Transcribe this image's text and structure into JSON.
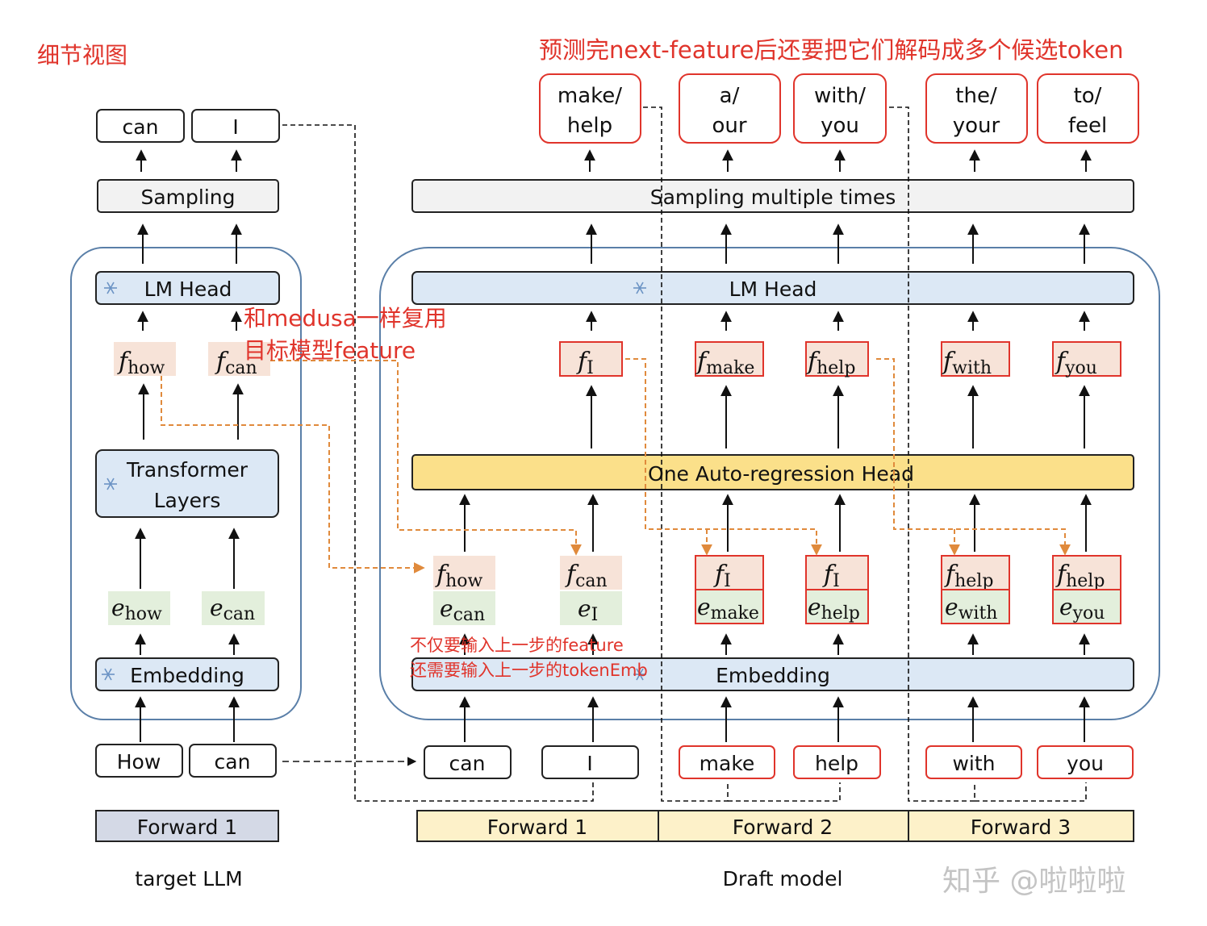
{
  "annotations": {
    "view_title": "细节视图",
    "top_note": "预测完next-feature后还要把它们解码成多个候选token",
    "medusa_note_line1": "和medusa一样复用",
    "medusa_note_line2": "目标模型feature",
    "input_note_line1": "不仅要输入上一步的feature",
    "input_note_line2": "还需要输入上一步的tokenEmb"
  },
  "target_llm": {
    "caption": "target LLM",
    "output_tokens": [
      "can",
      "I"
    ],
    "sampling": "Sampling",
    "lm_head": "LM Head",
    "features": [
      {
        "base": "f",
        "sub": "how"
      },
      {
        "base": "f",
        "sub": "can"
      }
    ],
    "transformer_line1": "Transformer",
    "transformer_line2": "Layers",
    "embeddings": [
      {
        "base": "e",
        "sub": "how"
      },
      {
        "base": "e",
        "sub": "can"
      }
    ],
    "embedding": "Embedding",
    "input_tokens": [
      "How",
      "can"
    ],
    "forward": "Forward 1"
  },
  "draft_model": {
    "caption": "Draft model",
    "candidates": [
      {
        "line1": "make/",
        "line2": "help"
      },
      {
        "line1": "a/",
        "line2": "our"
      },
      {
        "line1": "with/",
        "line2": "you"
      },
      {
        "line1": "the/",
        "line2": "your"
      },
      {
        "line1": "to/",
        "line2": "feel"
      }
    ],
    "sampling": "Sampling multiple times",
    "lm_head": "LM Head",
    "out_features": [
      {
        "base": "f",
        "sub": "I"
      },
      {
        "base": "f",
        "sub": "make"
      },
      {
        "base": "f",
        "sub": "help"
      },
      {
        "base": "f",
        "sub": "with"
      },
      {
        "base": "f",
        "sub": "you"
      }
    ],
    "ar_head": "One Auto-regression Head",
    "in_features": [
      {
        "base": "f",
        "sub": "how"
      },
      {
        "base": "f",
        "sub": "can"
      },
      {
        "base": "f",
        "sub": "I"
      },
      {
        "base": "f",
        "sub": "I"
      },
      {
        "base": "f",
        "sub": "help"
      },
      {
        "base": "f",
        "sub": "help"
      }
    ],
    "in_embeddings": [
      {
        "base": "e",
        "sub": "can"
      },
      {
        "base": "e",
        "sub": "I"
      },
      {
        "base": "e",
        "sub": "make"
      },
      {
        "base": "e",
        "sub": "help"
      },
      {
        "base": "e",
        "sub": "with"
      },
      {
        "base": "e",
        "sub": "you"
      }
    ],
    "embedding": "Embedding",
    "input_tokens": [
      "can",
      "I",
      "make",
      "help",
      "with",
      "you"
    ],
    "forwards": [
      "Forward 1",
      "Forward 2",
      "Forward 3"
    ]
  },
  "watermark": "知乎 @啦啦啦",
  "colors": {
    "red_accent": "#e0342b",
    "orange_arrow": "#e08a3c",
    "peach_fill": "#f7e3d8",
    "green_fill": "#e3efdc",
    "blue_fill": "#dce8f5",
    "yellow_fill": "#fbe08a",
    "forward_fill": "#fdf1c9",
    "target_forward_fill": "#d4d9e6",
    "sampling_fill": "#f2f2f2"
  }
}
